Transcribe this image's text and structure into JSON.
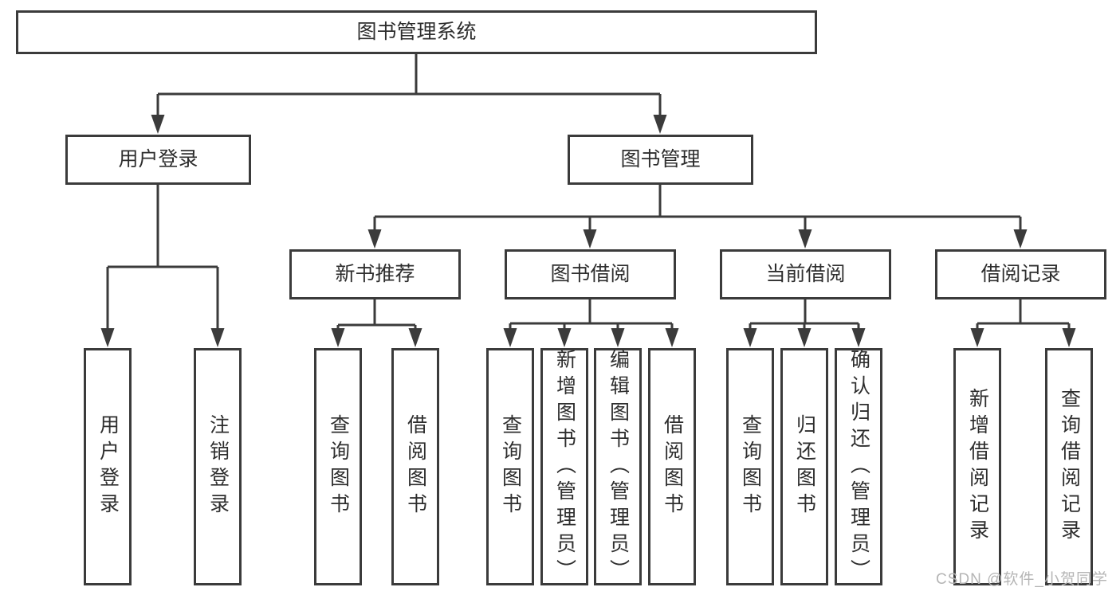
{
  "diagram": {
    "root": {
      "label": "图书管理系统"
    },
    "branches": [
      {
        "label": "用户登录",
        "children": [
          {
            "label": "用户登录"
          },
          {
            "label": "注销登录"
          }
        ]
      },
      {
        "label": "图书管理",
        "children": [
          {
            "label": "新书推荐",
            "children": [
              {
                "label": "查询图书"
              },
              {
                "label": "借阅图书"
              }
            ]
          },
          {
            "label": "图书借阅",
            "children": [
              {
                "label": "查询图书"
              },
              {
                "label": "新增图书（管理员）"
              },
              {
                "label": "编辑图书（管理员）"
              },
              {
                "label": "借阅图书"
              }
            ]
          },
          {
            "label": "当前借阅",
            "children": [
              {
                "label": "查询图书"
              },
              {
                "label": "归还图书"
              },
              {
                "label": "确认归还（管理员）"
              }
            ]
          },
          {
            "label": "借阅记录",
            "children": [
              {
                "label": "新增借阅记录"
              },
              {
                "label": "查询借阅记录"
              }
            ]
          }
        ]
      }
    ]
  },
  "watermark": {
    "text": "CSDN @软件_小贺同学"
  },
  "colors": {
    "line": "#3b3b3b",
    "box_border": "#3b3b3b",
    "text": "#2e2e2e",
    "watermark": "#b5b5b5",
    "background": "#ffffff"
  }
}
